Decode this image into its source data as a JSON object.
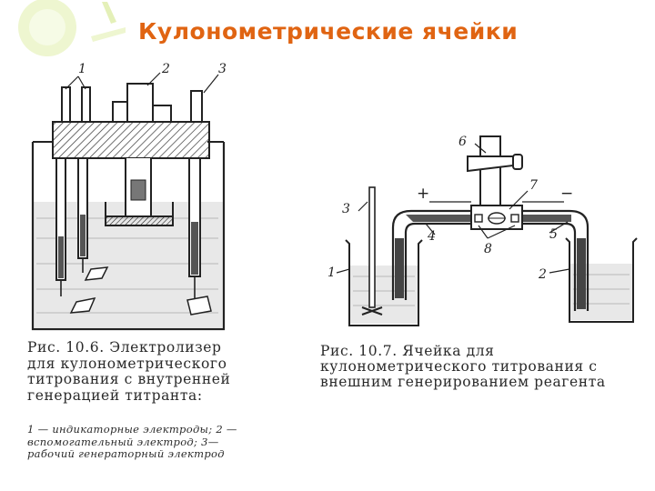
{
  "slide": {
    "title": "Кулонометрические ячейки"
  },
  "figure1": {
    "labels": {
      "l1": "1",
      "l2": "2",
      "l3": "3"
    },
    "caption": "Рис. 10.6. Электролизер для кулонометрического титрования с внутренней генерацией титранта:",
    "legend": "1 — индикаторные электроды; 2 — вспомогательный электрод; 3—рабочий генераторный электрод"
  },
  "figure2": {
    "labels": {
      "l1": "1",
      "l2": "2",
      "l3": "3",
      "l4": "4",
      "l5": "5",
      "l6": "6",
      "l7": "7",
      "l8": "8"
    },
    "plus": "+",
    "minus": "−",
    "caption": "Рис. 10.7. Ячейка для кулонометрического титрования с внешним генерированием реагента"
  },
  "colors": {
    "title": "#e06412",
    "ink": "#222222",
    "liquid": "#e9e9e9"
  }
}
